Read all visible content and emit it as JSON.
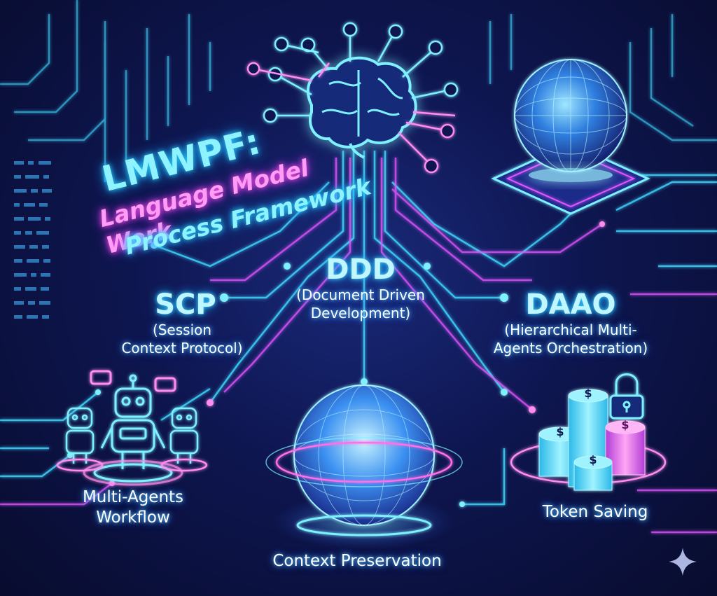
{
  "title": {
    "line1": "LMWPF:",
    "line2": "Language Model Work",
    "line3": "Process Framework"
  },
  "concepts": {
    "scp": {
      "name": "SCP",
      "desc_line1": "(Session",
      "desc_line2": "Context Protocol)"
    },
    "ddd": {
      "name": "DDD",
      "desc_line1": "(Document Driven",
      "desc_line2": "Development)"
    },
    "daao": {
      "name": "DAAO",
      "desc_line1": "(Hierarchical Multi-",
      "desc_line2": "Agents Orchestration)"
    }
  },
  "features": {
    "multi_agents_line1": "Multi-Agents",
    "multi_agents_line2": "Workflow",
    "context_preservation": "Context Preservation",
    "token_saving": "Token Saving"
  },
  "coin_symbol": "$",
  "colors": {
    "cyan": "#3fd9ff",
    "magenta": "#e254ff",
    "background": "#0e1650"
  },
  "icons": [
    "brain-icon",
    "globe-icon",
    "robot-icon",
    "coin-stack-icon",
    "padlock-icon",
    "sparkle-icon"
  ]
}
